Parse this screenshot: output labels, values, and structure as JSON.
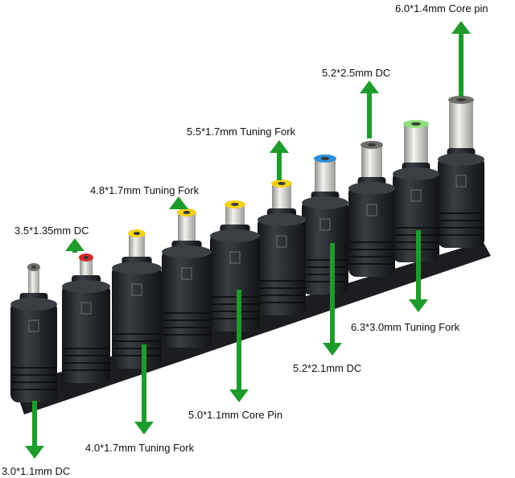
{
  "colors": {
    "arrow": "#1f9a2c",
    "body": "#2a2d31",
    "base": "#1c1e21",
    "metal": "#d8d8d6",
    "tip_yellow": "#f4d21a",
    "tip_red": "#d42a2a",
    "tip_blue": "#2f8ed6",
    "tip_green": "#8fe07a"
  },
  "labels": {
    "l6014": "6.0*1.4mm Core pin",
    "l5225": "5.2*2.5mm DC",
    "l5517": "5.5*1.7mm Tuning Fork",
    "l4817": "4.8*1.7mm Tuning Fork",
    "l35135": "3.5*1.35mm DC",
    "l6330": "6.3*3.0mm Tuning Fork",
    "l5221": "5.2*2.1mm DC",
    "l5011": "5.0*1.1mm Core Pin",
    "l4017": "4.0*1.7mm Tuning Fork",
    "l3011": "3.0*1.1mm DC"
  }
}
